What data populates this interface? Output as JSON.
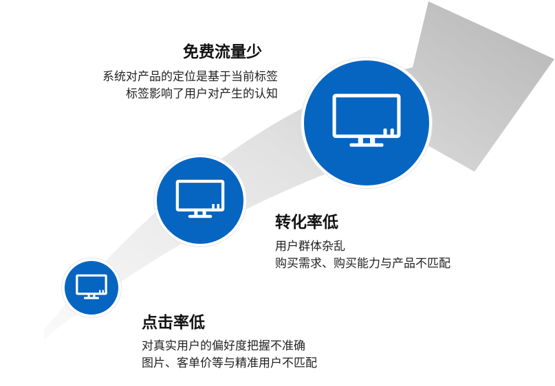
{
  "colors": {
    "circle": "#0565c0",
    "arrow_light": "#f2f2f2",
    "arrow_dark": "#b9b9b9"
  },
  "stages": [
    {
      "title": "点击率低",
      "lines": [
        "对真实用户的偏好度把握不准确",
        "图片、客单价等与精准用户不匹配"
      ],
      "icon": "monitor-icon"
    },
    {
      "title": "转化率低",
      "lines": [
        "用户群体杂乱",
        "购买需求、购买能力与产品不匹配"
      ],
      "icon": "monitor-icon"
    },
    {
      "title": "免费流量少",
      "lines": [
        "系统对产品的定位是基于当前标签",
        "标签影响了用户对产生的认知"
      ],
      "icon": "monitor-icon"
    }
  ]
}
